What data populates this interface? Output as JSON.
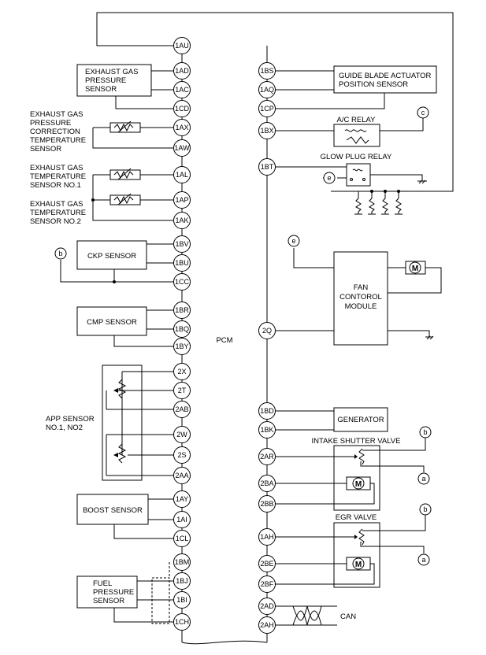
{
  "pcm_label": "PCM",
  "left_pins": [
    "1AU",
    "1AD",
    "1AC",
    "1CD",
    "1AX",
    "1AW",
    "1AL",
    "1AP",
    "1AK",
    "1BV",
    "1BU",
    "1CC",
    "1BR",
    "1BQ",
    "1BY",
    "2X",
    "2T",
    "2AB",
    "2W",
    "2S",
    "2AA",
    "1AY",
    "1AI",
    "1CL",
    "1BM",
    "1BJ",
    "1BI",
    "1CH"
  ],
  "right_pins": [
    "1BS",
    "1AQ",
    "1CP",
    "1BX",
    "1BT",
    "2Q",
    "1BD",
    "1BK",
    "2AR",
    "2BA",
    "2BB",
    "1AH",
    "2BE",
    "2BF",
    "2AD",
    "2AH"
  ],
  "components": {
    "exhaust_gas_pressure_sensor": [
      "EXHAUST GAS",
      "PRESSURE",
      "SENSOR"
    ],
    "exhaust_gas_pressure_correction_temp_sensor": [
      "EXHAUST GAS",
      "PRESSURE",
      "CORRECTION",
      "TEMPERATURE",
      "SENSOR"
    ],
    "exhaust_gas_temp_sensor_1": [
      "EXHAUST GAS",
      "TEMPERATURE",
      "SENSOR NO.1"
    ],
    "exhaust_gas_temp_sensor_2": [
      "EXHAUST GAS",
      "TEMPERATURE",
      "SENSOR NO.2"
    ],
    "ckp_sensor": "CKP SENSOR",
    "cmp_sensor": "CMP SENSOR",
    "app_sensor": [
      "APP SENSOR",
      "NO.1, NO2"
    ],
    "boost_sensor": "BOOST SENSOR",
    "fuel_pressure_sensor": [
      "FUEL",
      "PRESSURE",
      "SENSOR"
    ],
    "guide_blade_sensor": [
      "GUIDE BLADE ACTUATOR",
      "POSITION SENSOR"
    ],
    "ac_relay": "A/C RELAY",
    "glow_plug_relay": "GLOW PLUG RELAY",
    "fan_control_module": [
      "FAN",
      "CONTOROL",
      "MODULE"
    ],
    "generator": "GENERATOR",
    "intake_shutter_valve": "INTAKE SHUTTER VALVE",
    "egr_valve": "EGR VALVE",
    "can": "CAN"
  },
  "connector_refs": {
    "b": "b",
    "c": "c",
    "e": "e",
    "a": "a"
  },
  "motor_symbol": "M"
}
